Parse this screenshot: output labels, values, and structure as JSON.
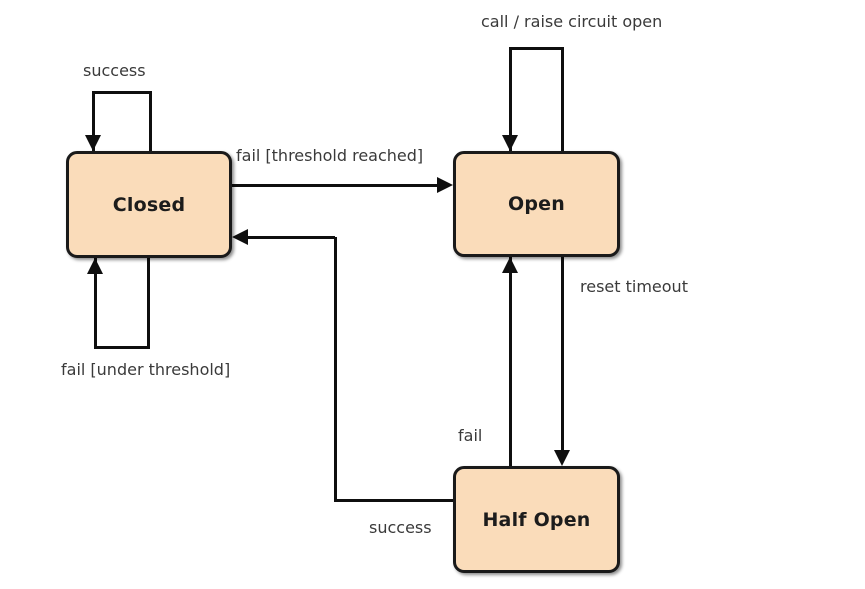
{
  "diagram": {
    "type": "state-diagram",
    "colors": {
      "background": "#ffffff",
      "node_fill": "#fadcba",
      "node_border": "#1a1a1a",
      "edge_line": "#0f0f0f",
      "edge_label_text": "#3a3a3a",
      "node_label_text": "#1c1c1c"
    },
    "nodes": [
      {
        "id": "closed",
        "label": "Closed"
      },
      {
        "id": "open",
        "label": "Open"
      },
      {
        "id": "half_open",
        "label": "Half Open"
      }
    ],
    "edges": [
      {
        "from": "closed",
        "to": "closed",
        "label": "success",
        "shape": "self-loop-top"
      },
      {
        "from": "closed",
        "to": "closed",
        "label": "fail [under threshold]",
        "shape": "self-loop-bottom"
      },
      {
        "from": "closed",
        "to": "open",
        "label": "fail [threshold reached]",
        "shape": "straight-right"
      },
      {
        "from": "open",
        "to": "open",
        "label": "call / raise circuit open",
        "shape": "self-loop-top"
      },
      {
        "from": "open",
        "to": "half_open",
        "label": "reset timeout",
        "shape": "straight-down"
      },
      {
        "from": "half_open",
        "to": "open",
        "label": "fail",
        "shape": "straight-up"
      },
      {
        "from": "half_open",
        "to": "closed",
        "label": "success",
        "shape": "elbow-left-up"
      }
    ]
  }
}
